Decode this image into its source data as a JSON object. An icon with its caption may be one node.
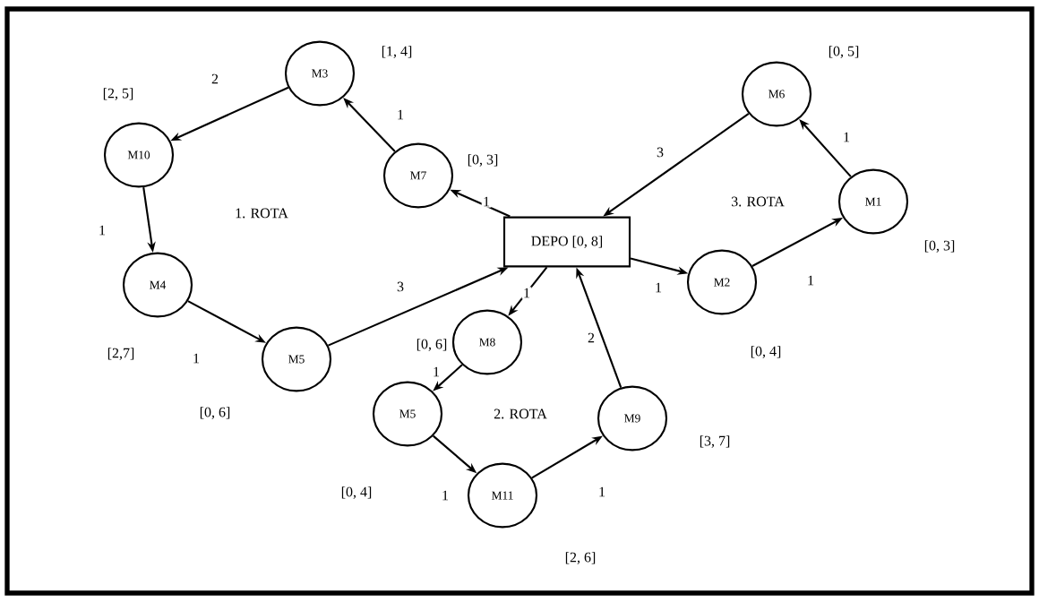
{
  "diagram": {
    "nodes": [
      {
        "text": [
          "DEPO [0, 8]"
        ]
      },
      {
        "text": [
          "M3"
        ],
        "beside": [
          "[1, 4]"
        ]
      },
      {
        "text": [
          "M10"
        ],
        "beside": [
          "[2, 5]"
        ]
      },
      {
        "text": [
          "M7"
        ],
        "beside": [
          "[0, 3]"
        ]
      },
      {
        "text": [
          "M4"
        ],
        "beside": [
          "[2,7]"
        ]
      },
      {
        "text": [
          "M5"
        ],
        "beside": [
          "[0, 6]"
        ]
      },
      {
        "text": [
          "M6"
        ],
        "beside": [
          "[0, 5]"
        ]
      },
      {
        "text": [
          "M1"
        ],
        "beside": [
          "[0, 3]"
        ]
      },
      {
        "text": [
          "M2"
        ],
        "beside": [
          "[0, 4]"
        ]
      },
      {
        "text": [
          "M8"
        ],
        "beside": [
          "[0, 6]"
        ]
      },
      {
        "text": [
          "M5"
        ],
        "beside": [
          "[0, 4]"
        ]
      },
      {
        "text": [
          "M9"
        ],
        "beside": [
          "[3, 7]"
        ]
      },
      {
        "text": [
          "M11"
        ],
        "beside": [
          "[2, 6]"
        ]
      }
    ],
    "edges": [
      {
        "from": 0,
        "to": 3,
        "arrow": "to",
        "label": "1"
      },
      {
        "from": 3,
        "to": 1,
        "arrow": "to",
        "label": "1"
      },
      {
        "from": 1,
        "to": 2,
        "arrow": "to",
        "label": "2"
      },
      {
        "from": 2,
        "to": 4,
        "arrow": "to",
        "label": "1"
      },
      {
        "from": 4,
        "to": 5,
        "arrow": "to",
        "label": "1"
      },
      {
        "from": 5,
        "to": 0,
        "arrow": "to",
        "label": "3"
      },
      {
        "from": 0,
        "to": 8,
        "arrow": "to",
        "label": "1"
      },
      {
        "from": 8,
        "to": 7,
        "arrow": "to",
        "label": "1"
      },
      {
        "from": 7,
        "to": 6,
        "arrow": "to",
        "label": "1"
      },
      {
        "from": 6,
        "to": 0,
        "arrow": "to",
        "label": "3"
      },
      {
        "from": 0,
        "to": 9,
        "arrow": "to",
        "label": "1"
      },
      {
        "from": 9,
        "to": 10,
        "arrow": "to",
        "label": "1"
      },
      {
        "from": 10,
        "to": 12,
        "arrow": "to",
        "label": "1"
      },
      {
        "from": 12,
        "to": 11,
        "arrow": "to",
        "label": "1"
      },
      {
        "from": 11,
        "to": 0,
        "arrow": "to",
        "label": "2"
      }
    ],
    "labels": [
      "1. ROTA",
      "3. ROTA",
      "2. ROTA"
    ]
  }
}
